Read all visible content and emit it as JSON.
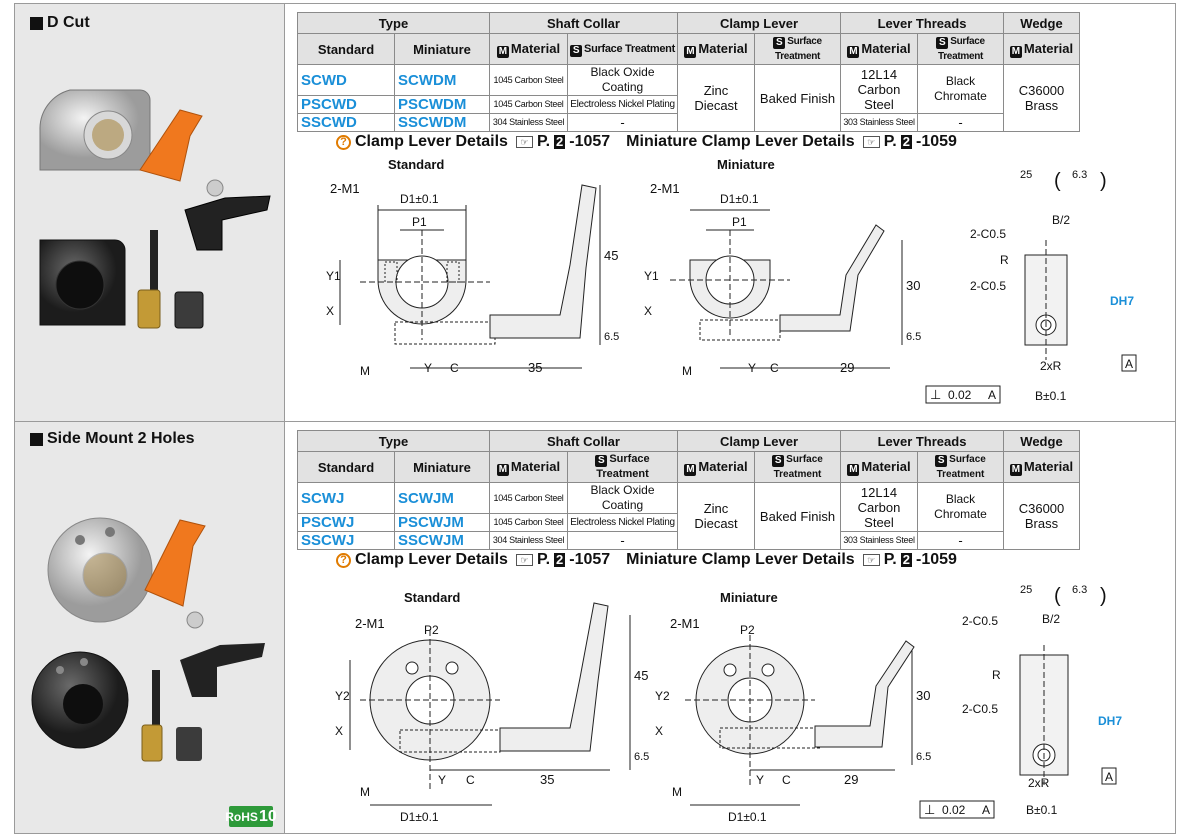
{
  "colors": {
    "blue": "#1a8fd8",
    "orange": "#e07b00",
    "rohs_green": "#2e9a3a"
  },
  "sections": [
    {
      "title": "D Cut",
      "table": {
        "group_headers": [
          "Type",
          "Shaft Collar",
          "Clamp Lever",
          "Lever Threads",
          "Wedge"
        ],
        "sub_headers": [
          "Standard",
          "Miniature",
          "Material",
          "Surface Treatment",
          "Material",
          "Surface Treatment",
          "Material",
          "Surface Treatment",
          "Material"
        ],
        "rows": [
          {
            "standard": "SCWD",
            "miniature": "SCWDM",
            "collar_material": "1045 Carbon Steel",
            "collar_surface": "Black Oxide Coating"
          },
          {
            "standard": "PSCWD",
            "miniature": "PSCWDM",
            "collar_material": "1045 Carbon Steel",
            "collar_surface": "Electroless Nickel Plating"
          },
          {
            "standard": "SSCWD",
            "miniature": "SSCWDM",
            "collar_material": "304 Stainless Steel",
            "collar_surface": "-"
          }
        ],
        "lever_material": [
          "Zinc",
          "Diecast"
        ],
        "lever_surface": "Baked Finish",
        "thread_material_a": [
          "12L14",
          "Carbon Steel"
        ],
        "thread_material_b": "303 Stainless Steel",
        "thread_surface_a": "Black Chromate",
        "thread_surface_b": "-",
        "wedge_material": [
          "C36000",
          "Brass"
        ]
      },
      "details": {
        "left_label": "Clamp Lever Details",
        "left_page": "-1057",
        "right_label": "Miniature Clamp Lever Details",
        "right_page": "-1059",
        "page_prefix": "P.",
        "page_num": "2"
      },
      "drawings": {
        "standard_label": "Standard",
        "miniature_label": "Miniature",
        "hole_label": "2-M1",
        "dia_label": "D1±0.1",
        "pitch_label": "P1",
        "y_label": "Y1",
        "x_label": "X",
        "m_label": "M",
        "ys_label": "Y",
        "c_label": "C",
        "std_len": "35",
        "mini_len": "29",
        "std_h": "45",
        "mini_h": "30",
        "gap": "6.5",
        "side_c1": "2-C0.5",
        "side_c2": "2-C0.5",
        "side_b2": "B/2",
        "side_r": "R",
        "side_dh7": "DH7",
        "side_2xr": "2xR",
        "side_b": "B±0.1",
        "side_a": "A",
        "tol_perp": "⊥",
        "tol_val": "0.02",
        "tol_ref": "A",
        "rough_a": "25",
        "rough_b": "6.3"
      }
    },
    {
      "title": "Side Mount 2 Holes",
      "table": {
        "group_headers": [
          "Type",
          "Shaft Collar",
          "Clamp Lever",
          "Lever Threads",
          "Wedge"
        ],
        "sub_headers": [
          "Standard",
          "Miniature",
          "Material",
          "Surface Treatment",
          "Material",
          "Surface Treatment",
          "Material",
          "Surface Treatment",
          "Material"
        ],
        "rows": [
          {
            "standard": "SCWJ",
            "miniature": "SCWJM",
            "collar_material": "1045 Carbon Steel",
            "collar_surface": "Black Oxide Coating"
          },
          {
            "standard": "PSCWJ",
            "miniature": "PSCWJM",
            "collar_material": "1045 Carbon Steel",
            "collar_surface": "Electroless Nickel Plating"
          },
          {
            "standard": "SSCWJ",
            "miniature": "SSCWJM",
            "collar_material": "304 Stainless Steel",
            "collar_surface": "-"
          }
        ],
        "lever_material": [
          "Zinc",
          "Diecast"
        ],
        "lever_surface": "Baked Finish",
        "thread_material_a": [
          "12L14",
          "Carbon Steel"
        ],
        "thread_material_b": "303 Stainless Steel",
        "thread_surface_a": "Black Chromate",
        "thread_surface_b": "-",
        "wedge_material": [
          "C36000",
          "Brass"
        ]
      },
      "details": {
        "left_label": "Clamp Lever Details",
        "left_page": "-1057",
        "right_label": "Miniature Clamp Lever Details",
        "right_page": "-1059",
        "page_prefix": "P.",
        "page_num": "2"
      },
      "drawings": {
        "standard_label": "Standard",
        "miniature_label": "Miniature",
        "hole_label": "2-M1",
        "dia_label": "D1±0.1",
        "pitch_label": "P2",
        "y_label": "Y2",
        "x_label": "X",
        "m_label": "M",
        "ys_label": "Y",
        "c_label": "C",
        "std_len": "35",
        "mini_len": "29",
        "std_h": "45",
        "mini_h": "30",
        "gap": "6.5",
        "side_c1": "2-C0.5",
        "side_c2": "2-C0.5",
        "side_b2": "B/2",
        "side_r": "R",
        "side_dh7": "DH7",
        "side_2xr": "2xR",
        "side_b": "B±0.1",
        "side_a": "A",
        "tol_perp": "⊥",
        "tol_val": "0.02",
        "tol_ref": "A",
        "rough_a": "25",
        "rough_b": "6.3"
      }
    }
  ],
  "rohs": {
    "label": "RoHS",
    "num": "10"
  }
}
